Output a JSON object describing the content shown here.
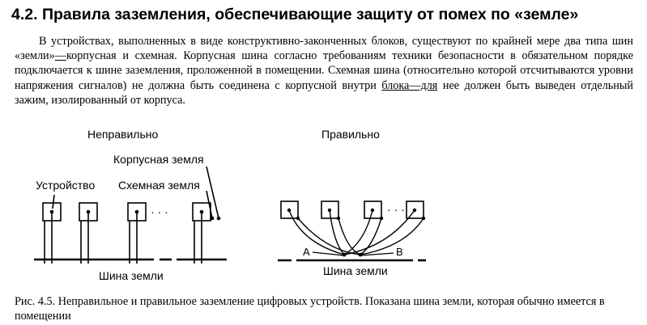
{
  "heading": "4.2. Правила заземления, обеспечивающие защиту от помех по «земле»",
  "paragraph": {
    "part1": "В устройствах, выполненных в виде конструктивно-законченных блоков, существуют по крайней мере два типа шин «земли»",
    "dash1": "—",
    "part2": "корпусная и схемная. Корпусная шина согласно требованиям техники безопасности в обязательном порядке подключается к шине заземления, проложенной в помещении. Схемная шина (относительно которой отсчитываются уровни напряжения сигналов) не должна быть соединена с корпусной внутри ",
    "underlined": "блока—для",
    "part3": " нее должен быть выведен отдельный зажим, изолированный от корпуса."
  },
  "figure": {
    "left": {
      "title": "Неправильно",
      "label_case_ground": "Корпусная земля",
      "label_device": "Устройство",
      "label_circuit_ground": "Схемная земля",
      "ellipsis": "· · ·",
      "bus_label": "Шина земли"
    },
    "right": {
      "title": "Правильно",
      "ellipsis": "· · ·",
      "label_a": "А",
      "label_b": "В",
      "bus_label": "Шина земли"
    }
  },
  "caption": "Рис. 4.5. Неправильное и правильное заземление цифровых устройств. Показана шина земли, которая обычно имеется в помещении"
}
